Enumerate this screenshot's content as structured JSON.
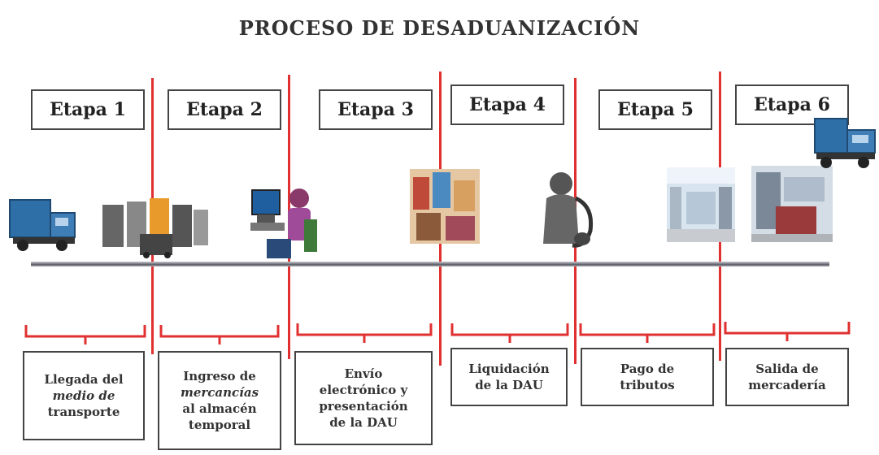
{
  "title": "PROCESO DE DESADUANIZACIÓN",
  "stages": [
    {
      "label": "Etapa 1",
      "desc": [
        "Llegada del",
        "medio de",
        "transporte"
      ],
      "icon": "truck-icon"
    },
    {
      "label": "Etapa 2",
      "desc": [
        "Ingreso de",
        "mercancías",
        "al almacén",
        "temporal"
      ],
      "icon": "forklift-icon"
    },
    {
      "label": "Etapa 3",
      "desc": [
        "Envío",
        "electrónico y",
        "presentación",
        "de la DAU"
      ],
      "icon": "computer-operator-icon"
    },
    {
      "label": "Etapa 4",
      "desc": [
        "Liquidación",
        "de la DAU"
      ],
      "icon": "people-photo-icon"
    },
    {
      "label": "Etapa 5",
      "desc": [
        "Pago de",
        "tributos"
      ],
      "icon": "bank-photo-icon"
    },
    {
      "label": "Etapa 6",
      "desc": [
        "Salida de",
        "mercadería"
      ],
      "icon": "exit-photo-icon"
    }
  ],
  "colors": {
    "divider": "#e03030",
    "timeline": "#6e6e78",
    "truck": "#2f6fa8"
  }
}
